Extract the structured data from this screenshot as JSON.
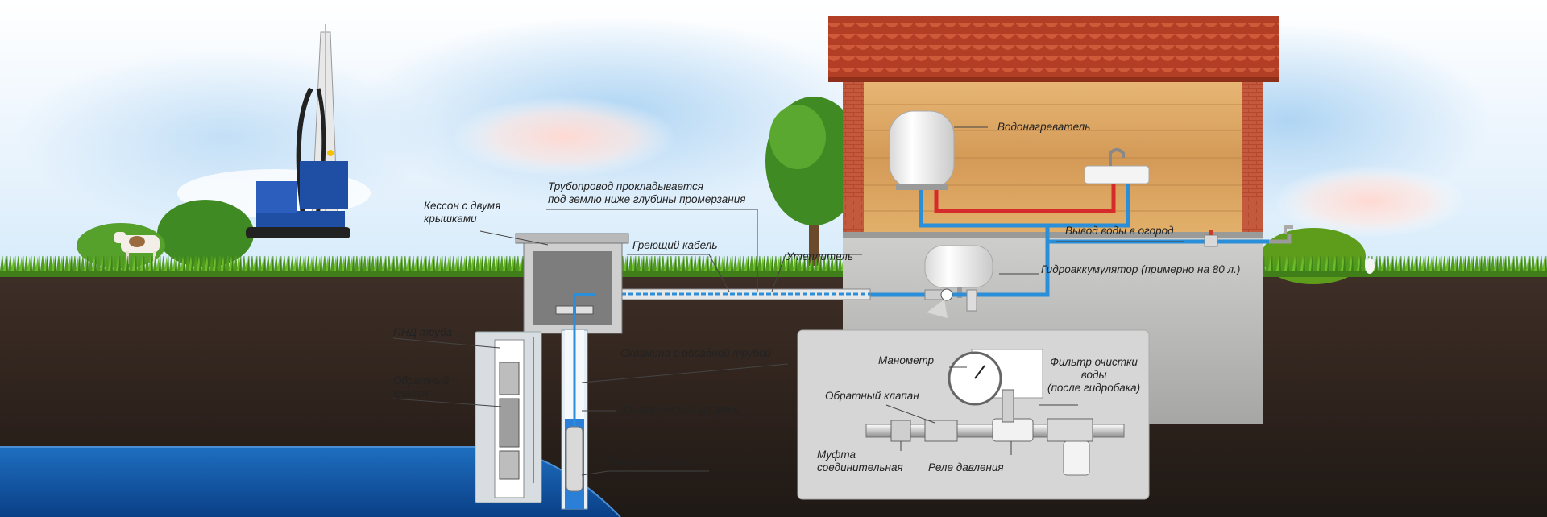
{
  "labels": {
    "caisson": "Кессон с двумя\nкрышками",
    "pipeline": "Трубопровод прокладывается\nпод землю ниже глубины промерзания",
    "heating_cable": "Греющий кабель",
    "insulation": "Утеплитель",
    "water_heater": "Водонагреватель",
    "garden_outlet": "Вывод воды в огород",
    "accumulator": "Гидроаккумулятор (примерно на 80 л.)",
    "pnd_pipe": "ПНД труба",
    "check_valve_left": "Обратный\nклапан",
    "borehole": "Скважина с обсадной трубой",
    "dynamic_level": "Динамический уровень",
    "submersible_pump": "Погружной насос",
    "manometer": "Манометр",
    "check_valve_detail": "Обратный клапан",
    "filter": "Фильтр очистки\nводы\n(после гидробака)",
    "coupling": "Муфта\nсоединительная",
    "pressure_relay": "Реле давления"
  }
}
